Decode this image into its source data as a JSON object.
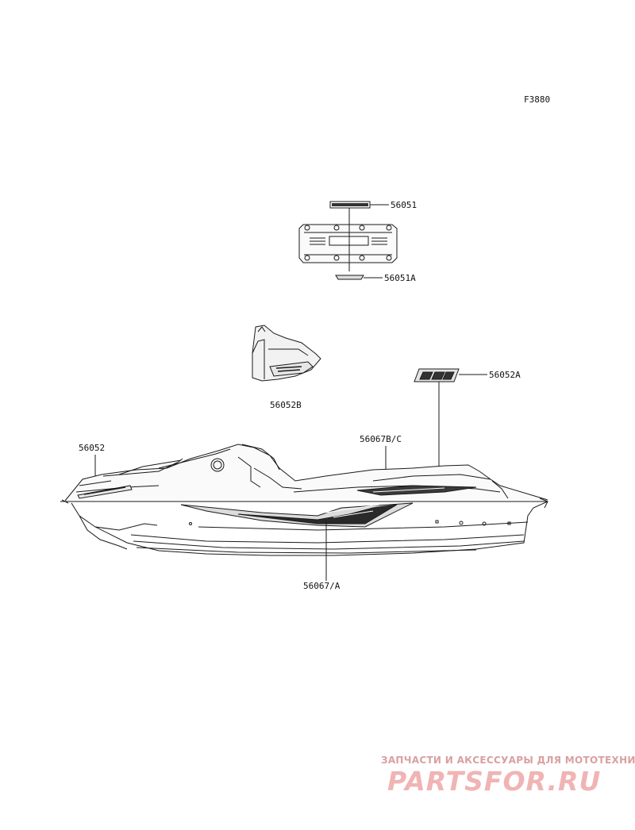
{
  "figure_code": "F3880",
  "labels": {
    "p56051": "56051",
    "p56051a": "56051A",
    "p56052b": "56052B",
    "p56052a": "56052A",
    "p56052": "56052",
    "p56067bc": "56067B/C",
    "p56067a": "56067/A"
  },
  "watermark": {
    "tagline": "ЗАПЧАСТИ И АКСЕССУАРЫ ДЛЯ МОТОТЕХНИКИ",
    "logo": "PARTSFOR.RU"
  },
  "colors": {
    "line": "#1a1a1a",
    "watermark": "#f0b4b4"
  }
}
